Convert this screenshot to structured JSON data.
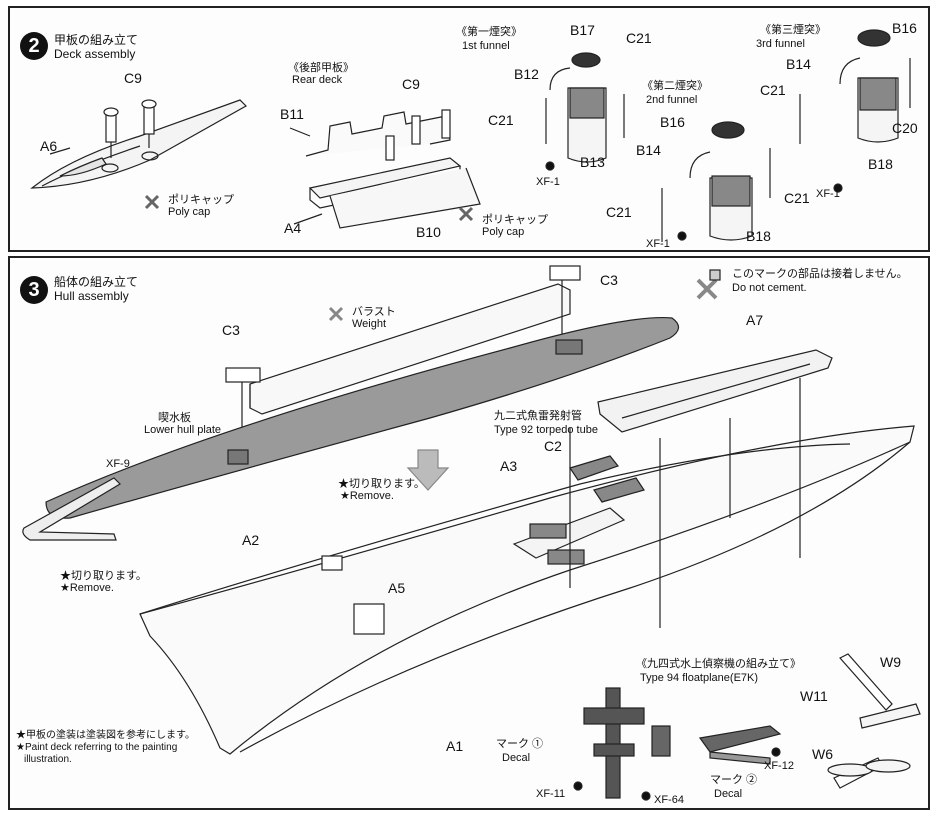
{
  "step2": {
    "number": "2",
    "title_jp": "甲板の組み立て",
    "title_en": "Deck assembly",
    "rear_deck_jp": "《後部甲板》",
    "rear_deck_en": "Rear deck",
    "funnel1_jp": "《第一煙突》",
    "funnel1_en": "1st funnel",
    "funnel2_jp": "《第二煙突》",
    "funnel2_en": "2nd funnel",
    "funnel3_jp": "《第三煙突》",
    "funnel3_en": "3rd funnel",
    "polycap_jp": "ポリキャップ",
    "polycap_en": "Poly cap",
    "parts": {
      "a6": "A6",
      "c9a": "C9",
      "c9b": "C9",
      "b11": "B11",
      "a4": "A4",
      "b10": "B10",
      "b17": "B17",
      "c21a": "C21",
      "b12": "B12",
      "c21b": "C21",
      "b13": "B13",
      "xf1a": "XF-1",
      "b16a": "B16",
      "b14a": "B14",
      "c21c": "C21",
      "c21d": "C21",
      "b18a": "B18",
      "xf1b": "XF-1",
      "b16b": "B16",
      "b14b": "B14",
      "c21e": "C21",
      "c20": "C20",
      "b18b": "B18",
      "xf1c": "XF-1"
    }
  },
  "step3": {
    "number": "3",
    "title_jp": "船体の組み立て",
    "title_en": "Hull assembly",
    "no_cement_jp": "このマークの部品は接着しません。",
    "no_cement_en": "Do not cement.",
    "weight_jp": "バラスト",
    "weight_en": "Weight",
    "lower_hull_jp": "喫水板",
    "lower_hull_en": "Lower hull plate",
    "remove_jp": "★切り取ります。",
    "remove_en": "★Remove.",
    "remove2_jp": "★切り取ります。",
    "remove2_en": "★Remove.",
    "torpedo_jp": "九二式魚雷発射管",
    "torpedo_en": "Type 92 torpedo tube",
    "floatplane_jp": "《九四式水上偵察機の組み立て》",
    "floatplane_en": "Type 94 floatplane(E7K)",
    "decal1_jp": "マーク ①",
    "decal1_en": "Decal",
    "decal2_jp": "マーク ②",
    "decal2_en": "Decal",
    "note_jp": "★甲板の塗装は塗装図を参考にします。",
    "note_en1": "★Paint deck referring to the painting",
    "note_en2": "illustration.",
    "parts": {
      "c3a": "C3",
      "c3b": "C3",
      "a7": "A7",
      "xf9": "XF-9",
      "c2": "C2",
      "a3": "A3",
      "a2": "A2",
      "a5": "A5",
      "a1": "A1",
      "w9": "W9",
      "w11": "W11",
      "w6": "W6",
      "xf12": "XF-12",
      "xf11": "XF-11",
      "xf64": "XF-64"
    }
  }
}
